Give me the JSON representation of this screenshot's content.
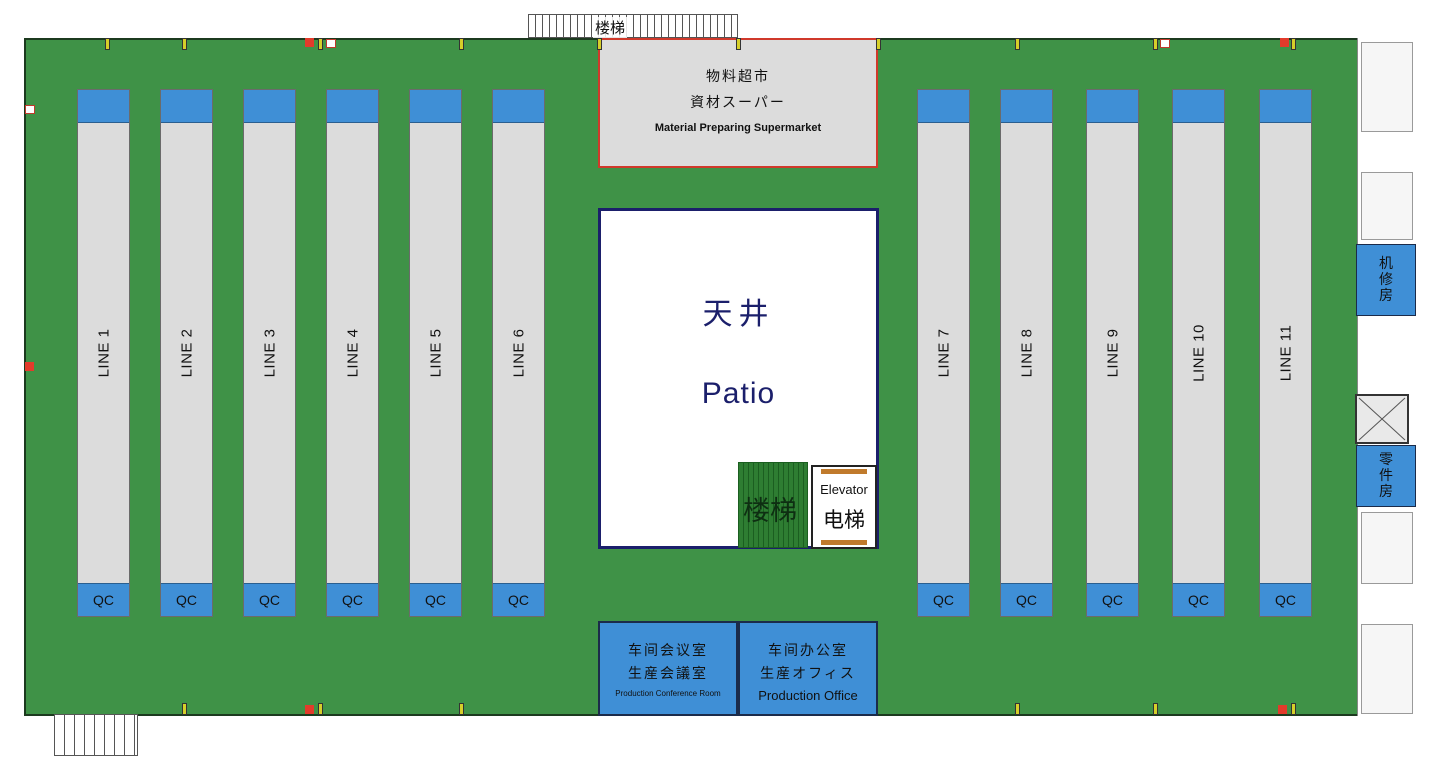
{
  "top_stair": {
    "label": "楼梯"
  },
  "material_market": {
    "zh": "物料超市",
    "ja": "資材スーパー",
    "en": "Material Preparing Supermarket"
  },
  "patio": {
    "zh": "天井",
    "en": "Patio",
    "stair_label": "楼梯",
    "elevator_en": "Elevator",
    "elevator_zh": "电梯"
  },
  "lines_left": [
    {
      "label": "LINE 1",
      "qc": "QC"
    },
    {
      "label": "LINE 2",
      "qc": "QC"
    },
    {
      "label": "LINE 3",
      "qc": "QC"
    },
    {
      "label": "LINE 4",
      "qc": "QC"
    },
    {
      "label": "LINE 5",
      "qc": "QC"
    },
    {
      "label": "LINE 6",
      "qc": "QC"
    }
  ],
  "lines_right": [
    {
      "label": "LINE 7",
      "qc": "QC"
    },
    {
      "label": "LINE 8",
      "qc": "QC"
    },
    {
      "label": "LINE 9",
      "qc": "QC"
    },
    {
      "label": "LINE 10",
      "qc": "QC"
    },
    {
      "label": "LINE 11",
      "qc": "QC"
    }
  ],
  "conference_room": {
    "zh": "车间会议室",
    "ja": "生産会議室",
    "en": "Production Conference Room"
  },
  "office": {
    "zh": "车间办公室",
    "ja": "生産オフィス",
    "en": "Production Office"
  },
  "side_rooms": {
    "repair": [
      "机",
      "修",
      "房"
    ],
    "parts": [
      "零",
      "件",
      "房"
    ]
  },
  "colors": {
    "floor": "#3f9247",
    "line_body": "#dcdcdc",
    "line_caps": "#3f8fd6",
    "patio_border": "#1b1f6b",
    "market_border": "#d0392b"
  }
}
